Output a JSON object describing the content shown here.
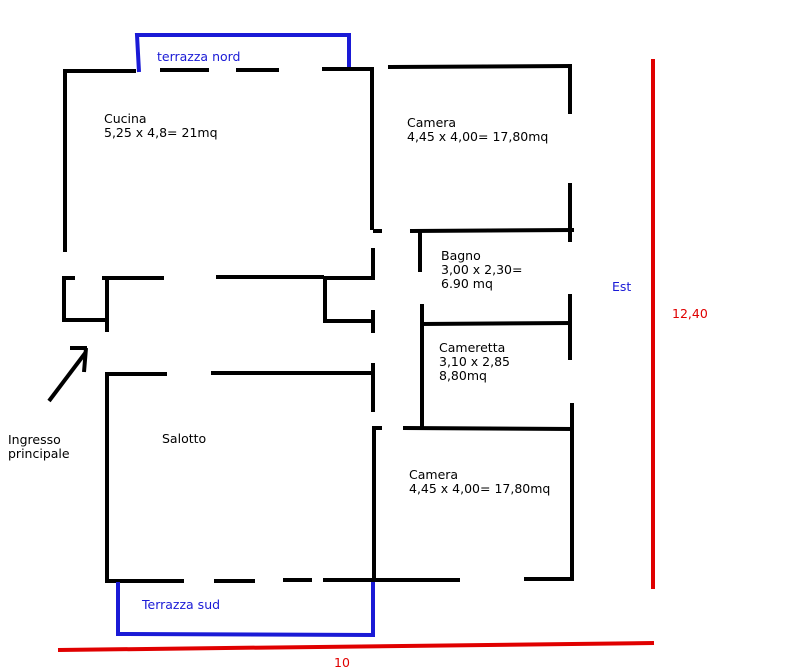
{
  "rooms": {
    "cucina": {
      "name": "Cucina",
      "dims": "5,25 x 4,8= 21mq"
    },
    "camera_top": {
      "name": "Camera",
      "dims": "4,45 x 4,00= 17,80mq"
    },
    "bagno": {
      "name": "Bagno",
      "dims1": "3,00 x 2,30=",
      "dims2": "6.90 mq"
    },
    "cameretta": {
      "name": "Cameretta",
      "dims1": "3,10 x 2,85",
      "dims2": "8,80mq"
    },
    "camera_bottom": {
      "name": "Camera",
      "dims": "4,45 x 4,00= 17,80mq"
    },
    "salotto": {
      "name": "Salotto"
    }
  },
  "terraces": {
    "north": "terrazza nord",
    "south": "Terrazza sud"
  },
  "entrance": {
    "line1": "Ingresso",
    "line2": "principale"
  },
  "orientation": {
    "east": "Est"
  },
  "dimensions": {
    "height": "12,40",
    "width": "10"
  },
  "colors": {
    "walls": "#000000",
    "terraces": "#1a1ad6",
    "dimension_lines": "#e00000"
  }
}
